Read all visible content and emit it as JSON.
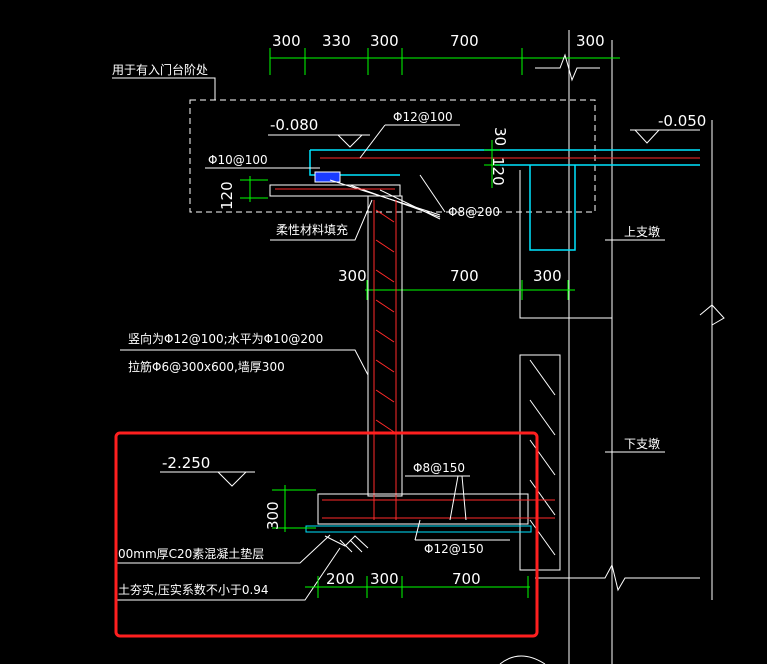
{
  "dims_top": [
    "300",
    "330",
    "300",
    "700",
    "300"
  ],
  "dims_mid": [
    "300",
    "700",
    "300"
  ],
  "dims_bottom": [
    "200",
    "300",
    "700"
  ],
  "dims_vertical": [
    "30",
    "120",
    "120",
    "300"
  ],
  "elevations": [
    "-0.080",
    "-0.050",
    "-2.250"
  ],
  "rebar": [
    "Φ12@100",
    "Φ10@100",
    "Φ8@200",
    "Φ8@150",
    "Φ12@150"
  ],
  "notes": {
    "entrance": "用于有入门台阶处",
    "filler": "柔性材料填充",
    "upper_support": "上支墩",
    "lower_support": "下支墩",
    "wall_line1": "竖向为Φ12@100;水平为Φ10@200",
    "wall_line2": "拉筋Φ6@300x600,墙厚300",
    "cushion": "00mm厚C20素混凝土垫层",
    "soil": "土夯实,压实系数不小于0.94"
  },
  "colors": {
    "background": "#000000",
    "dim_line": "#00ff00",
    "concrete": "#ffffff",
    "rebar": "#ff2a2a",
    "structure": "#00e5ff",
    "highlight": "#ff1f1f"
  }
}
